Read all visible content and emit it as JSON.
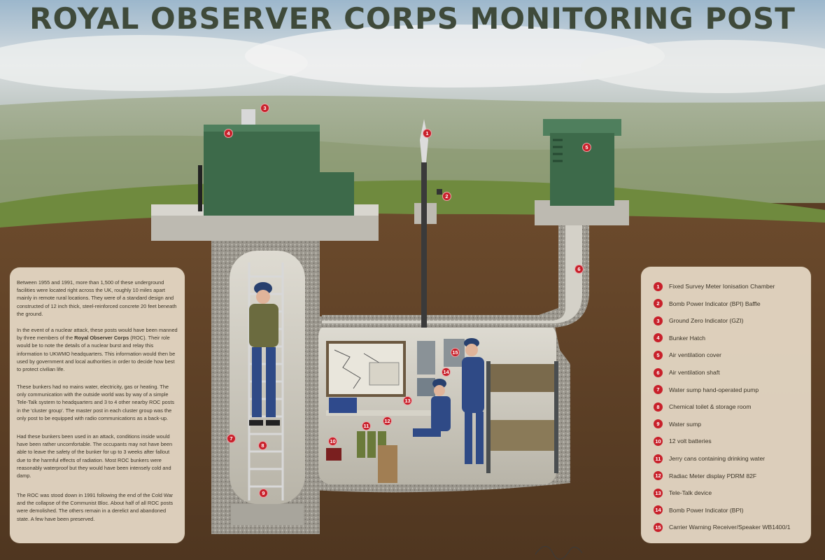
{
  "title": "ROYAL OBSERVER CORPS MONITORING POST",
  "description": {
    "p1": "Between 1955 and 1991, more than 1,500 of these underground facilities were located right across the UK, roughly 10 miles apart mainly in remote rural locations. They were of a standard design and constructed of 12 inch thick, steel-reinforced concrete 20 feet beneath the ground.",
    "p2_a": "In the event of a nuclear attack, these posts would have been manned by three members of the ",
    "p2_bold": "Royal Observer Corps",
    "p2_b": " (ROC). Their role would be to note the details of a nuclear burst and relay this information to UKWMO headquarters. This information would then be used by government and local authorities in order to decide how best to protect civilian life.",
    "p3": "These bunkers had no mains water, electricity, gas or heating. The only communication with the outside world was by way of a simple Tele-Talk system to headquarters and  3 to 4 other nearby ROC posts in the 'cluster group'. The master post in each cluster group was the only post to be equipped with radio communications as a back-up.",
    "p4": "Had these bunkers been used in an attack, conditions inside would have been rather uncomfortable. The occupants may not have been able to leave the safety of the bunker for up to 3 weeks after fallout due to the harmful effects of radiation. Most ROC bunkers were reasonably waterproof but they would have been intensely cold and damp.",
    "p5": "The ROC was stood down in 1991 following the end of the Cold War and the collapse of the Communist Bloc. About half of all ROC posts were demolished. The others remain in a derelict and abandoned state. A few have been preserved."
  },
  "legend": [
    {
      "num": "1",
      "label": "Fixed Survey Meter Ionisation Chamber"
    },
    {
      "num": "2",
      "label": "Bomb Power Indicator (BPI) Baffle"
    },
    {
      "num": "3",
      "label": "Ground Zero Indicator (GZI)"
    },
    {
      "num": "4",
      "label": "Bunker Hatch"
    },
    {
      "num": "5",
      "label": "Air ventilation cover"
    },
    {
      "num": "6",
      "label": "Air ventilation shaft"
    },
    {
      "num": "7",
      "label": "Water sump hand-operated pump"
    },
    {
      "num": "8",
      "label": "Chemical toilet & storage room"
    },
    {
      "num": "9",
      "label": "Water sump"
    },
    {
      "num": "10",
      "label": "12 volt batteries"
    },
    {
      "num": "11",
      "label": "Jerry cans containing drinking water"
    },
    {
      "num": "12",
      "label": "Radiac Meter display PDRM 82F"
    },
    {
      "num": "13",
      "label": "Tele-Talk device"
    },
    {
      "num": "14",
      "label": "Bomb Power Indicator (BPI)"
    },
    {
      "num": "15",
      "label": "Carrier Warning Receiver/Speaker WB1400/1"
    }
  ],
  "markers": [
    "3",
    "4",
    "1",
    "2",
    "5",
    "6",
    "7",
    "8",
    "9",
    "10",
    "11",
    "12",
    "13",
    "14",
    "15"
  ],
  "colors": {
    "marker": "#c8202a",
    "title": "#3f4a3a",
    "panel": "#e4d8c5",
    "soil": "#5a3d24",
    "grass": "#6f8a3e",
    "concrete": "#c9c6bd",
    "bunker_green": "#3d6a4a"
  }
}
